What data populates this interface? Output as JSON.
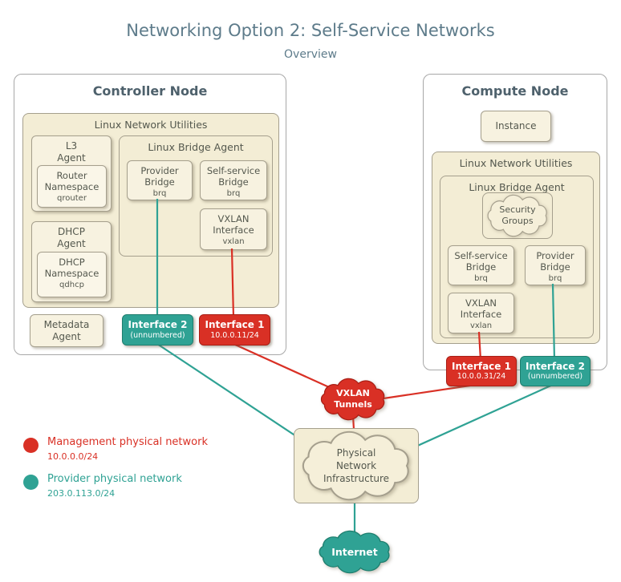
{
  "title": "Networking Option 2: Self-Service Networks",
  "subtitle": "Overview",
  "colors": {
    "management_network": "#d93025",
    "provider_network": "#2fa294",
    "box_cream": "#f3edd5"
  },
  "controller": {
    "title": "Controller Node",
    "utilities_label": "Linux Network Utilities",
    "l3_agent_label": "L3\nAgent",
    "router_ns_label": "Router\nNamespace",
    "router_ns_sub": "qrouter",
    "dhcp_agent_label": "DHCP\nAgent",
    "dhcp_ns_label": "DHCP\nNamespace",
    "dhcp_ns_sub": "qdhcp",
    "bridge_agent_label": "Linux Bridge Agent",
    "provider_bridge_label": "Provider\nBridge",
    "provider_bridge_sub": "brq",
    "selfservice_bridge_label": "Self-service\nBridge",
    "selfservice_bridge_sub": "brq",
    "vxlan_iface_label": "VXLAN\nInterface",
    "vxlan_iface_sub": "vxlan",
    "metadata_agent_label": "Metadata\nAgent",
    "interface2_label": "Interface 2",
    "interface2_sub": "(unnumbered)",
    "interface1_label": "Interface 1",
    "interface1_sub": "10.0.0.11/24"
  },
  "compute": {
    "title": "Compute Node",
    "instance_label": "Instance",
    "utilities_label": "Linux Network Utilities",
    "bridge_agent_label": "Linux Bridge Agent",
    "security_groups_label": "Security\nGroups",
    "selfservice_bridge_label": "Self-service\nBridge",
    "selfservice_bridge_sub": "brq",
    "provider_bridge_label": "Provider\nBridge",
    "provider_bridge_sub": "brq",
    "vxlan_iface_label": "VXLAN\nInterface",
    "vxlan_iface_sub": "vxlan",
    "interface1_label": "Interface 1",
    "interface1_sub": "10.0.0.31/24",
    "interface2_label": "Interface 2",
    "interface2_sub": "(unnumbered)"
  },
  "clouds": {
    "vxlan_tunnels_label": "VXLAN\nTunnels",
    "physical_label": "Physical\nNetwork\nInfrastructure",
    "internet_label": "Internet"
  },
  "legend": {
    "items": [
      {
        "label": "Management physical network",
        "cidr": "10.0.0.0/24"
      },
      {
        "label": "Provider physical network",
        "cidr": "203.0.113.0/24"
      }
    ]
  }
}
